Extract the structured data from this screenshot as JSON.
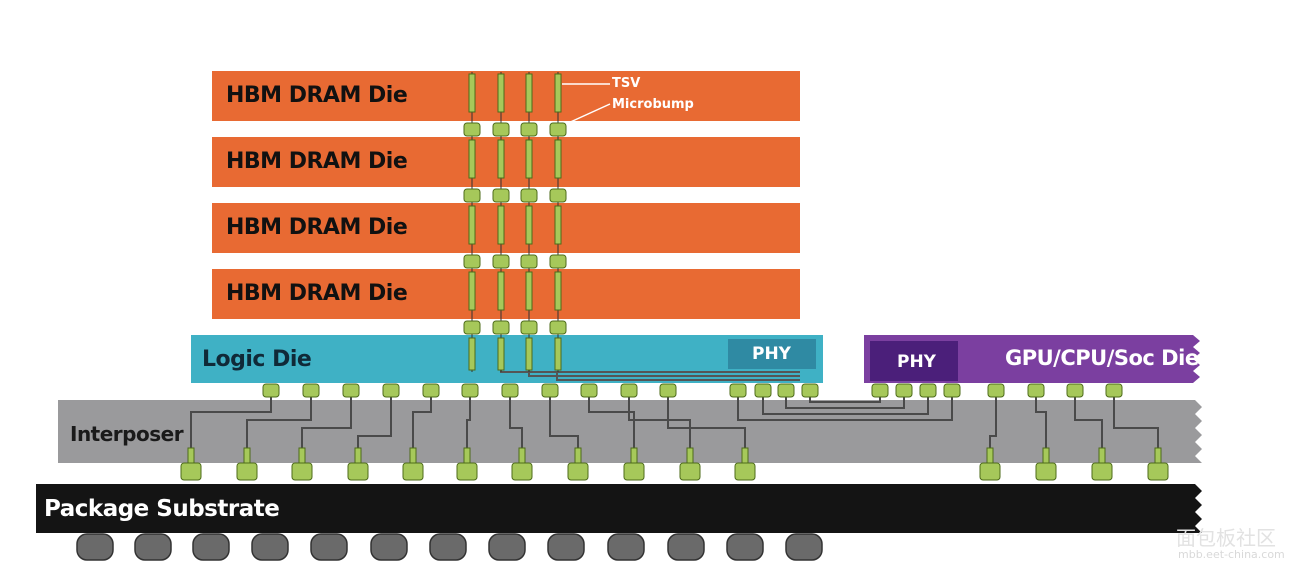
{
  "diagram": {
    "dram_dies": [
      {
        "label": "HBM DRAM Die"
      },
      {
        "label": "HBM DRAM Die"
      },
      {
        "label": "HBM DRAM Die"
      },
      {
        "label": "HBM DRAM Die"
      }
    ],
    "logic_die": {
      "label": "Logic Die",
      "phy_label": "PHY"
    },
    "soc_die": {
      "label": "GPU/CPU/Soc Die",
      "phy_label": "PHY"
    },
    "interposer": {
      "label": "Interposer"
    },
    "substrate": {
      "label": "Package Substrate"
    },
    "callouts": {
      "tsv": "TSV",
      "microbump": "Microbump"
    },
    "watermark": {
      "site": "mbb.eet-china.com",
      "brand": "面包板社区"
    }
  },
  "colors": {
    "dram": "#e86a33",
    "logic": "#3fb1c5",
    "phy_logic": "#2f8aa3",
    "soc": "#7b3fa0",
    "phy_soc": "#4b1f7a",
    "interposer": "#9a9a9c",
    "substrate": "#141414",
    "bump": "#a6c85a",
    "ball": "#6a6a6a",
    "wire": "#555555"
  }
}
